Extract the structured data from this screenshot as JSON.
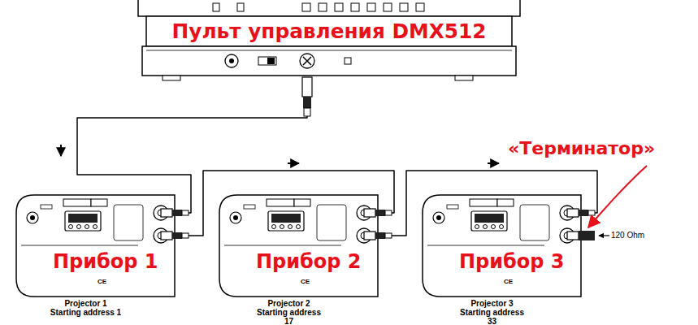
{
  "diagram": {
    "nodes": [
      {
        "text": [
          "Пульт управления DMX512"
        ]
      },
      {
        "text": [
          "Прибор 1",
          "Projector 1 Starting address 1"
        ]
      },
      {
        "text": [
          "Прибор 2",
          "Projector 2 Starting address 17"
        ]
      },
      {
        "text": [
          "Прибор 3",
          "Projector 3 Starting address 33"
        ]
      }
    ],
    "edges": [
      {
        "from": 0,
        "to": 1,
        "arrow": "none"
      },
      {
        "from": 1,
        "to": 2,
        "arrow": "none"
      },
      {
        "from": 2,
        "to": 3,
        "arrow": "none"
      }
    ],
    "labels": [
      "«Терминатор»",
      "120 Ohm",
      "CE",
      "CE",
      "CE"
    ]
  }
}
